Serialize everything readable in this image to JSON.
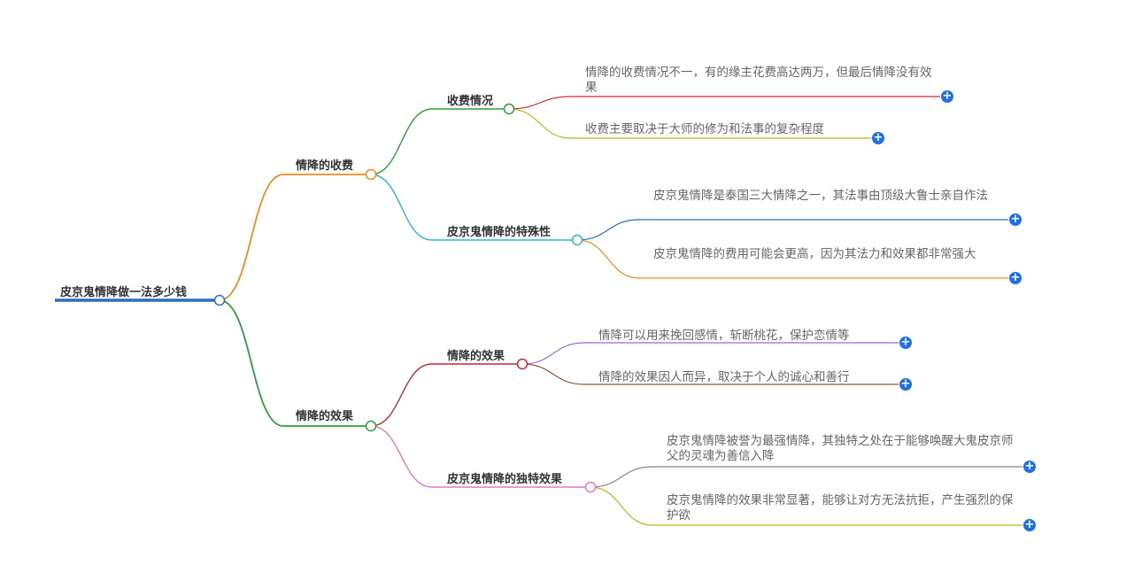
{
  "root": {
    "label": "皮京鬼情降做一法多少钱",
    "color": "#2a6ebb",
    "children": [
      {
        "label": "情降的收费",
        "color": "#f08c1a",
        "children": [
          {
            "label": "收费情况",
            "color": "#2e9e3a",
            "leaves": [
              {
                "text": "情降的收费情况不一，有的缘主花费高达两万，但最后情降没有效果",
                "color": "#d12a2a"
              },
              {
                "text": "收费主要取决于大师的修为和法事的复杂程度",
                "color": "#b8b81e"
              }
            ]
          },
          {
            "label": "皮京鬼情降的特殊性",
            "color": "#2ab6c8",
            "leaves": [
              {
                "text": "皮京鬼情降是泰国三大情降之一，其法事由顶级大鲁士亲自作法",
                "color": "#2a6ebb"
              },
              {
                "text": "皮京鬼情降的费用可能会更高，因为其法力和效果都非常强大",
                "color": "#f08c1a"
              }
            ]
          }
        ]
      },
      {
        "label": "情降的效果",
        "color": "#2e9e3a",
        "children": [
          {
            "label": "情降的效果",
            "color": "#c8282e",
            "leaves": [
              {
                "text": "情降可以用来挽回感情，斩断桃花，保护恋情等",
                "color": "#9b6ad0"
              },
              {
                "text": "情降的效果因人而异，取决于个人的诚心和善行",
                "color": "#8b5a3c"
              }
            ]
          },
          {
            "label": "皮京鬼情降的独特效果",
            "color": "#e07ac4",
            "leaves": [
              {
                "text": "皮京鬼情降被誉为最强情降，其独特之处在于能够唤醒大鬼皮京师父的灵魂为善信入降",
                "color": "#888888"
              },
              {
                "text": "皮京鬼情降的效果非常显著，能够让对方无法抗拒，产生强烈的保护欲",
                "color": "#b8b81e"
              }
            ]
          }
        ]
      }
    ]
  },
  "expand_glyph": "+",
  "ui": {
    "button_color": "#1f6fe6",
    "text_color": "#333333",
    "leaf_text_color": "#666666"
  }
}
